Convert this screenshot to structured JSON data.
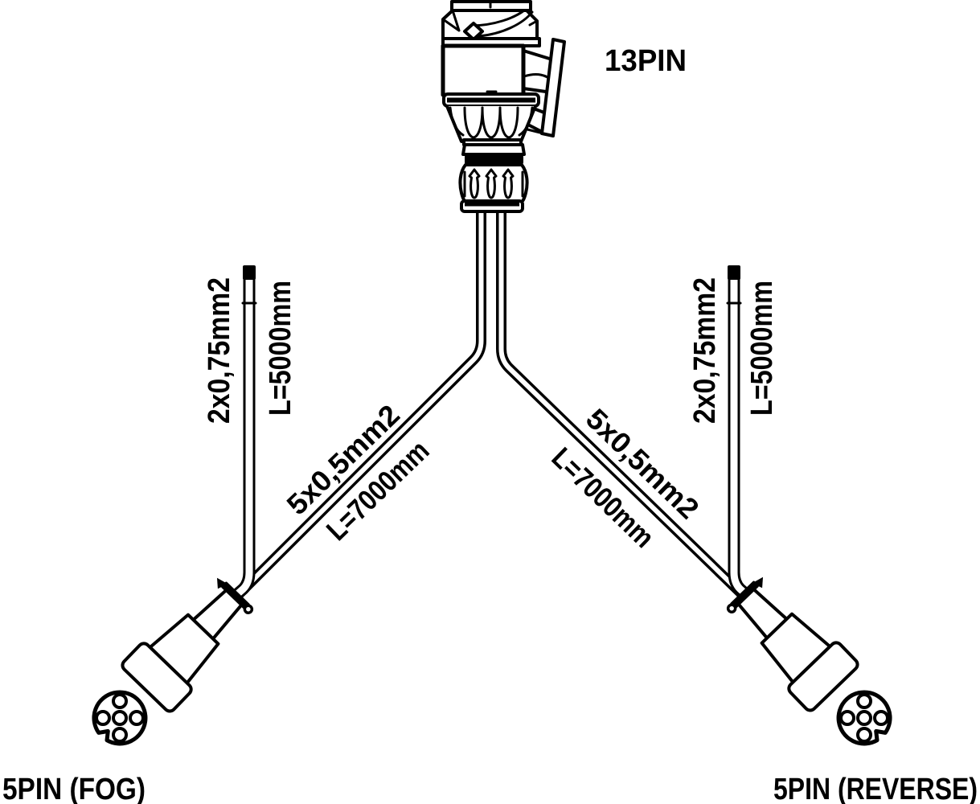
{
  "top_connector": {
    "label": "13PIN"
  },
  "tails": {
    "left": {
      "spec": "2x0,75mm2",
      "length": "L=5000mm"
    },
    "right": {
      "spec": "2x0,75mm2",
      "length": "L=5000mm"
    }
  },
  "branches": {
    "left": {
      "spec": "5x0,5mm2",
      "length": "L=7000mm"
    },
    "right": {
      "spec": "5x0,5mm2",
      "length": "L=7000mm"
    }
  },
  "bottom_connectors": {
    "fog": {
      "label": "5PIN (FOG)"
    },
    "reverse": {
      "label": "5PIN (REVERSE)"
    }
  },
  "colors": {
    "line": "#000000",
    "background": "#ffffff"
  }
}
